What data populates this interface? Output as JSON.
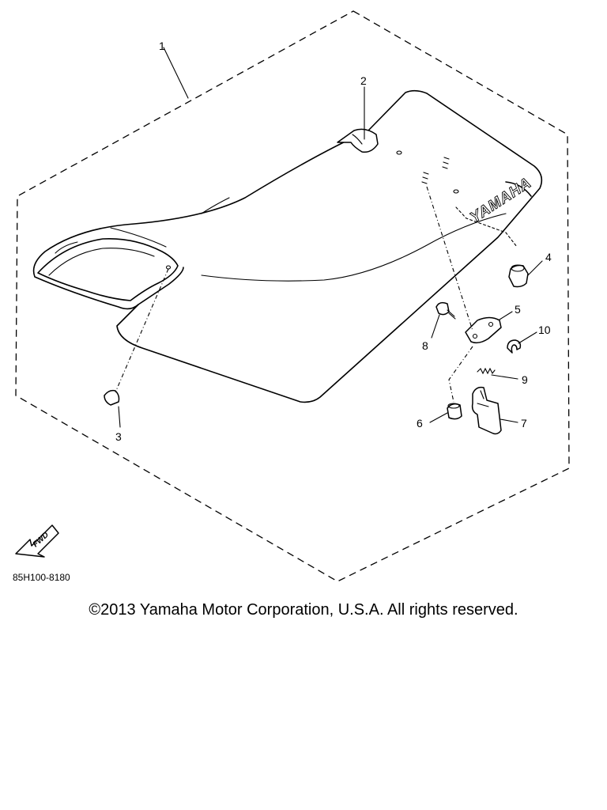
{
  "diagram": {
    "brand_text": "YAMAHA",
    "direction_label": "FWD",
    "reference_code": "85H100-8180",
    "callouts": [
      "1",
      "2",
      "3",
      "4",
      "5",
      "6",
      "7",
      "8",
      "9",
      "10"
    ]
  },
  "footer": {
    "copyright": "©2013 Yamaha Motor Corporation, U.S.A. All rights reserved."
  }
}
